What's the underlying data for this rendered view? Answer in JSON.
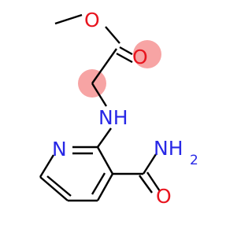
{
  "molecule": {
    "atoms": {
      "ester_o": "O",
      "carbonyl_o": "O",
      "amine_n": "NH",
      "ring_n": "N",
      "amide_n": "NH",
      "amide_n_sub": "2",
      "amide_o": "O"
    },
    "colors": {
      "oxygen": "#e8141e",
      "nitrogen": "#2828e6",
      "bond": "#000000",
      "highlight": "#f7a4a4"
    }
  }
}
